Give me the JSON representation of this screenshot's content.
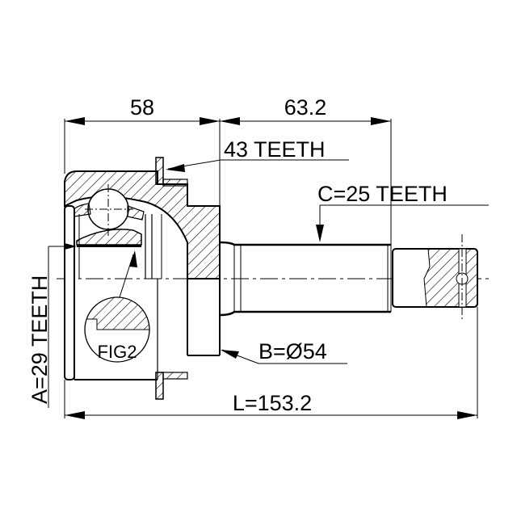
{
  "drawing": {
    "subject": "CV joint outer",
    "dimensions": {
      "dim_58": "58",
      "dim_63": "63.2",
      "teeth_43": "43 TEETH",
      "teeth_c": "C=25 TEETH",
      "teeth_a": "A=29 TEETH",
      "diameter_b": "B=Ø54",
      "length_l": "L=153.2"
    },
    "fig_label": "FIG2",
    "colors": {
      "line": "#000000",
      "background": "#ffffff"
    }
  }
}
